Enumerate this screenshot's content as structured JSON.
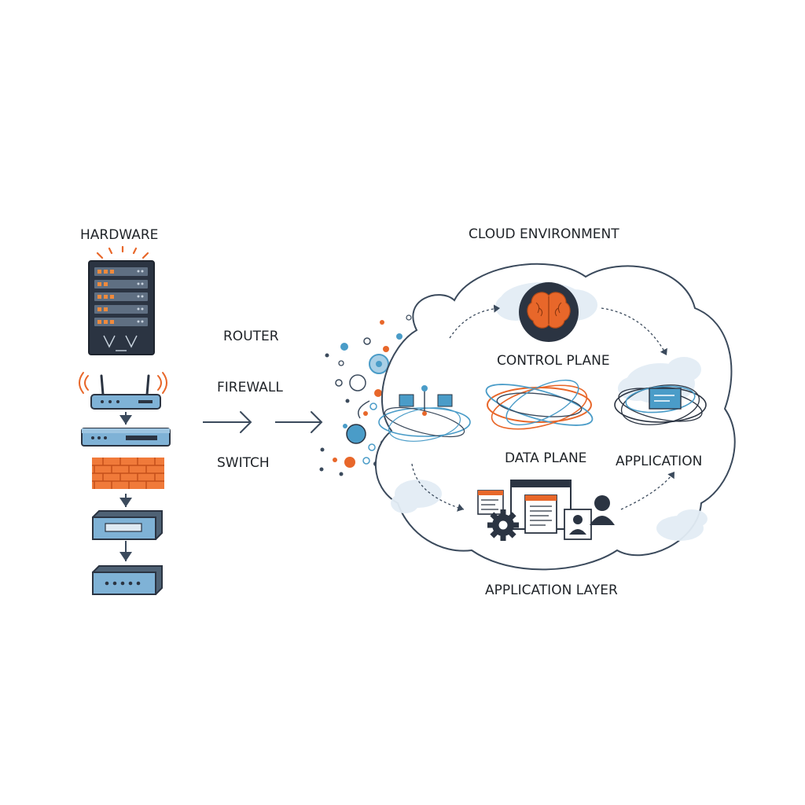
{
  "labels": {
    "hardware": "HARDWARE",
    "router": "ROUTER",
    "firewall": "FIREWALL",
    "switch": "SWITCH",
    "cloud_environment": "CLOUD ENVIRONMENT",
    "control_plane": "CONTROL PLANE",
    "data_plane": "DATA PLANE",
    "application": "APPLICATION",
    "application_layer": "APPLICATION LAYER"
  },
  "icons": {
    "server_rack": "server-rack-icon",
    "wifi_router": "wifi-router-icon",
    "network_switch": "network-switch-icon",
    "firewall": "firewall-brick-icon",
    "modem": "modem-icon",
    "brain": "brain-icon",
    "orbit": "orbit-icon",
    "gear": "gear-icon",
    "document": "document-icon",
    "user": "user-icon"
  },
  "colors": {
    "line": "#3b4a5c",
    "accent_orange": "#e8672a",
    "accent_blue": "#4a9cc8",
    "device_blue": "#7fb2d6",
    "dark_panel": "#2b3442",
    "cloud_fill": "#e3edf5",
    "brick": "#f07a3a"
  }
}
